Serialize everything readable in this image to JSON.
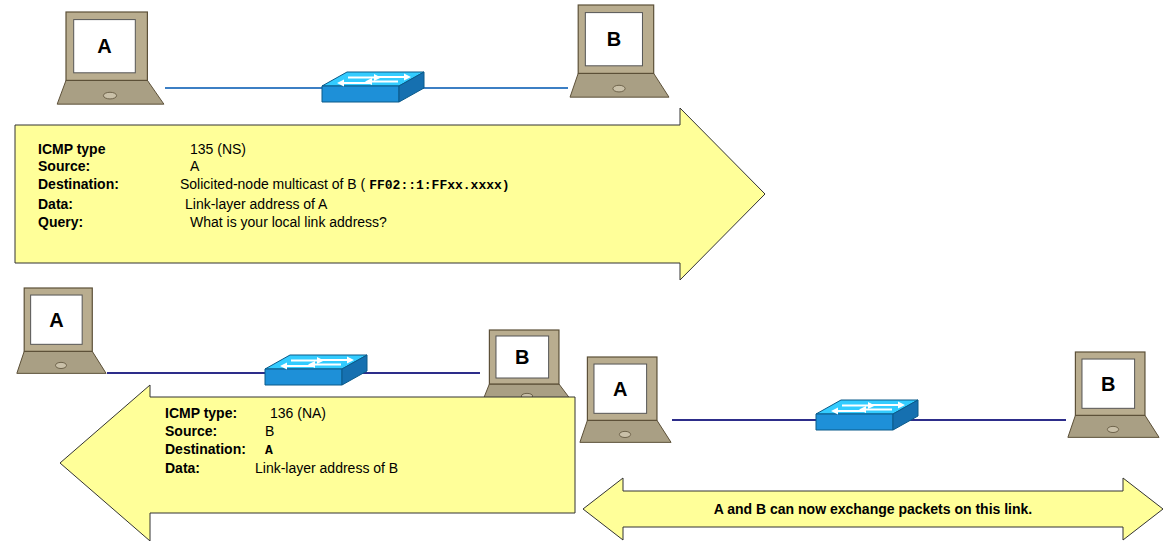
{
  "diagram": {
    "nodes": [
      {
        "text": [
          "A"
        ]
      },
      {
        "text": [
          "B"
        ]
      },
      {
        "text": [
          "ICMP type",
          "135 (NS)",
          "Source:",
          "A",
          "Destination:",
          "Solicited-node multicast of B (",
          "FF02::1:FFxx.xxxx)",
          "Data:",
          "Link-layer address of A",
          "Query:",
          "What is your local link address?"
        ]
      },
      {
        "text": [
          "A"
        ]
      },
      {
        "text": [
          "B"
        ]
      },
      {
        "text": [
          "ICMP type:",
          "136 (NA)",
          "Source:",
          "B",
          "Destination:",
          "A",
          "Data:",
          "Link-layer address of B"
        ]
      },
      {
        "text": [
          "A"
        ]
      },
      {
        "text": [
          "B"
        ]
      },
      {
        "text": [
          "A and B can now exchange packets on this link."
        ]
      }
    ],
    "edges": [
      {
        "from": 0,
        "to": 1,
        "arrow": "none"
      },
      {
        "from": 3,
        "to": 4,
        "arrow": "none"
      },
      {
        "from": 6,
        "to": 7,
        "arrow": "none"
      }
    ]
  }
}
